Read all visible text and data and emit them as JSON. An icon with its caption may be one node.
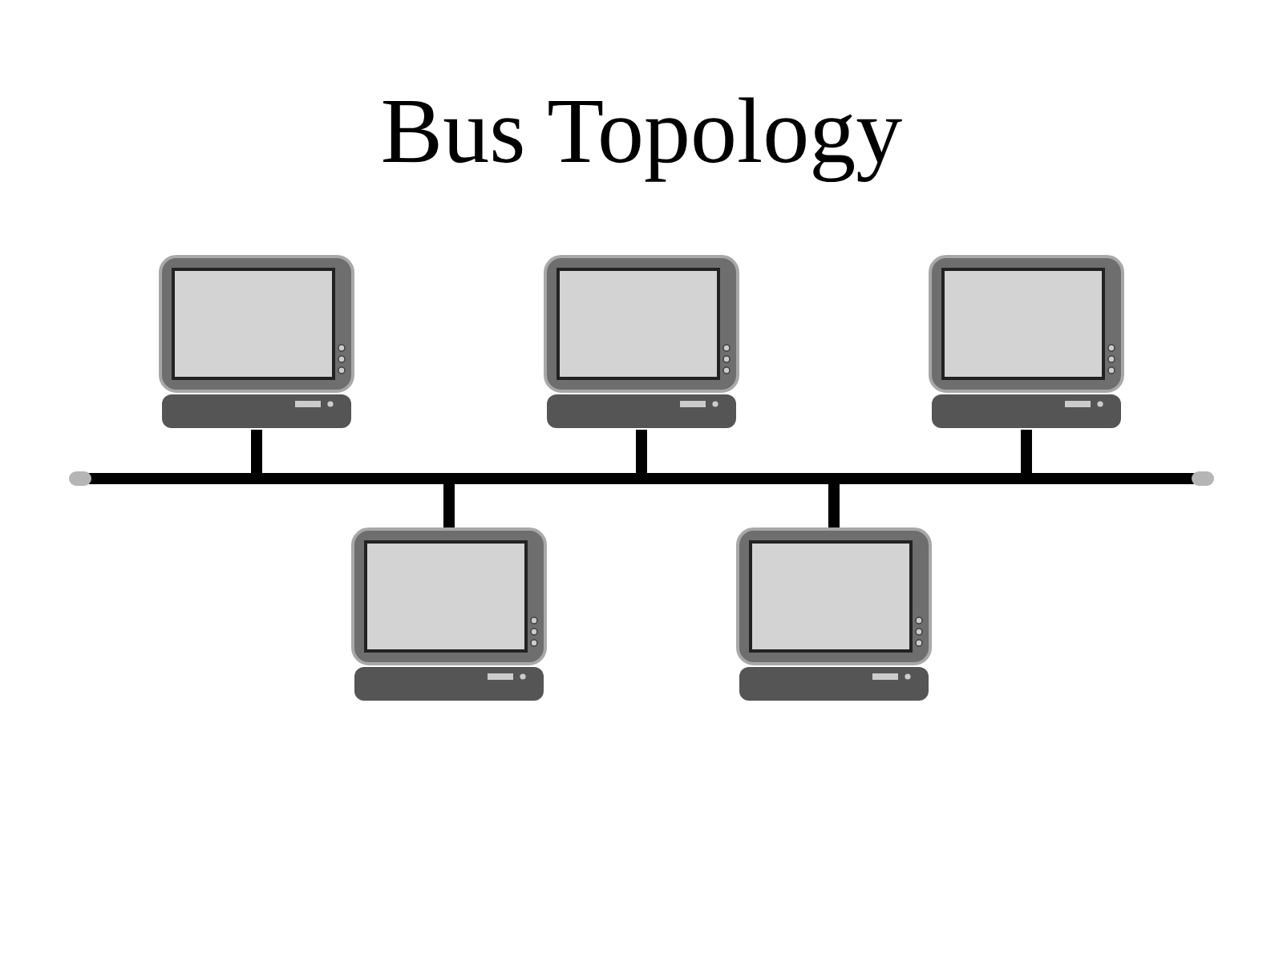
{
  "diagram": {
    "title": "Bus Topology",
    "nodes": [
      {
        "text": [],
        "shape": "picture"
      },
      {
        "text": [],
        "shape": "picture"
      },
      {
        "text": [],
        "shape": "picture"
      },
      {
        "text": [],
        "shape": "bar"
      },
      {
        "text": [],
        "shape": "picture"
      },
      {
        "text": [],
        "shape": "picture"
      }
    ],
    "edges": [
      {
        "from": 0,
        "to": 3,
        "arrow": "none"
      },
      {
        "from": 1,
        "to": 3,
        "arrow": "none"
      },
      {
        "from": 2,
        "to": 3,
        "arrow": "none"
      },
      {
        "from": 4,
        "to": 3,
        "arrow": "none"
      },
      {
        "from": 5,
        "to": 3,
        "arrow": "none"
      }
    ]
  }
}
